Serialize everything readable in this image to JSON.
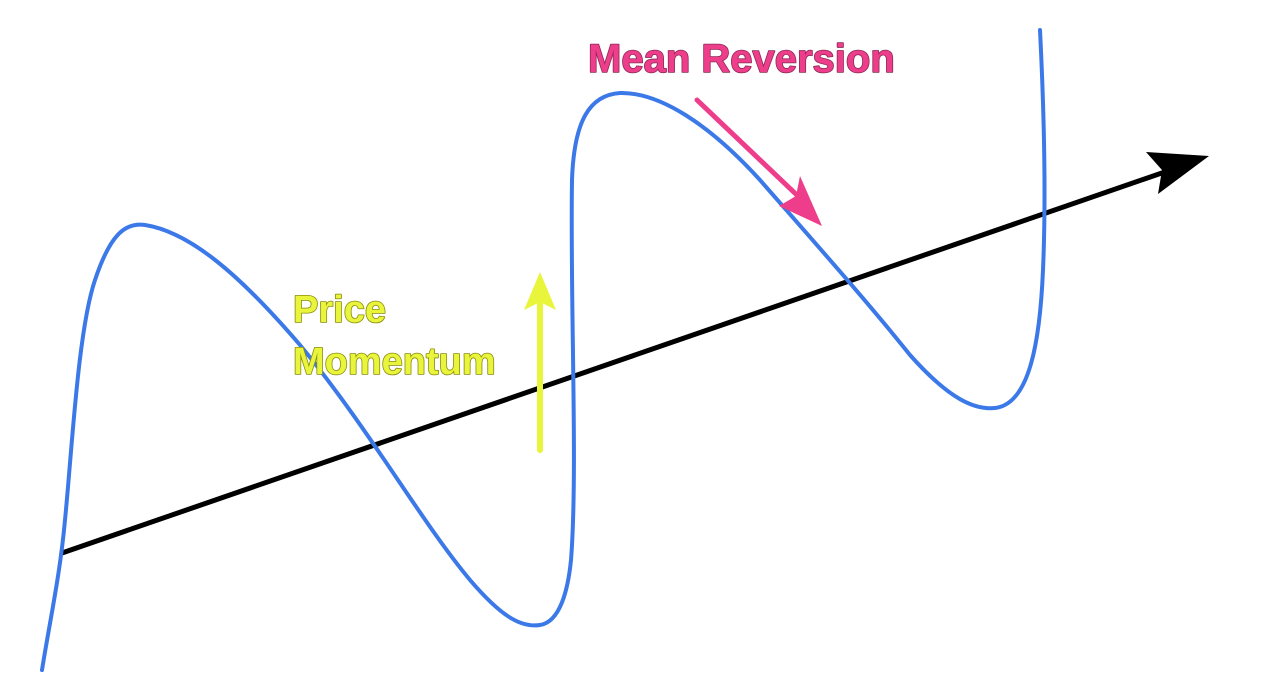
{
  "labels": {
    "mean_reversion": "Mean Reversion",
    "price_momentum_line1": "Price",
    "price_momentum_line2": "Momentum"
  },
  "colors": {
    "price_wave": "#3b78e8",
    "trend_axis": "#000000",
    "mean_reversion": "#ee3d8a",
    "price_momentum": "#e8f53a",
    "background": "#ffffff"
  },
  "icons": {
    "trend_arrow": "arrow-right-up-icon",
    "mean_reversion_arrow": "arrow-down-right-icon",
    "momentum_arrow": "arrow-up-icon"
  }
}
